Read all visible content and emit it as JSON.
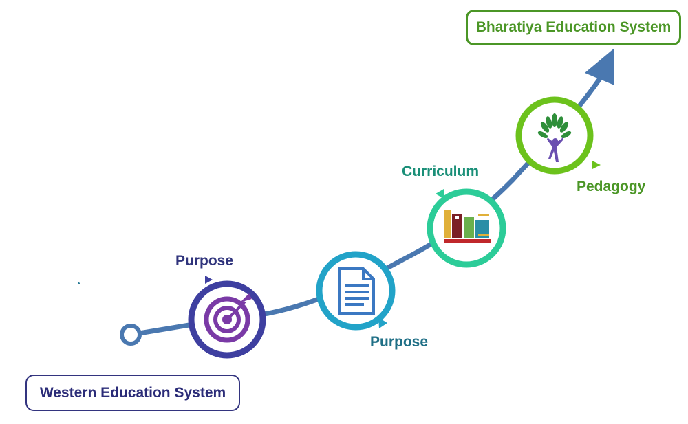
{
  "start_label": "Western Education System",
  "end_label": "Bharatiya Education System",
  "steps": [
    {
      "label": "Purpose",
      "icon": "target-icon",
      "ring_color": "#3e3fa0",
      "label_color": "#30347c"
    },
    {
      "label": "Purpose",
      "icon": "document-icon",
      "ring_color": "#22a3c8",
      "label_color": "#1f6f86"
    },
    {
      "label": "Curriculum",
      "icon": "books-icon",
      "ring_color": "#2ccc98",
      "label_color": "#1a8f78"
    },
    {
      "label": "Pedagogy",
      "icon": "tree-person-icon",
      "ring_color": "#6cc21c",
      "label_color": "#4b9626"
    }
  ],
  "colors": {
    "path": "#4a78b0",
    "start_border": "#33347f",
    "end_border": "#4b9626"
  }
}
